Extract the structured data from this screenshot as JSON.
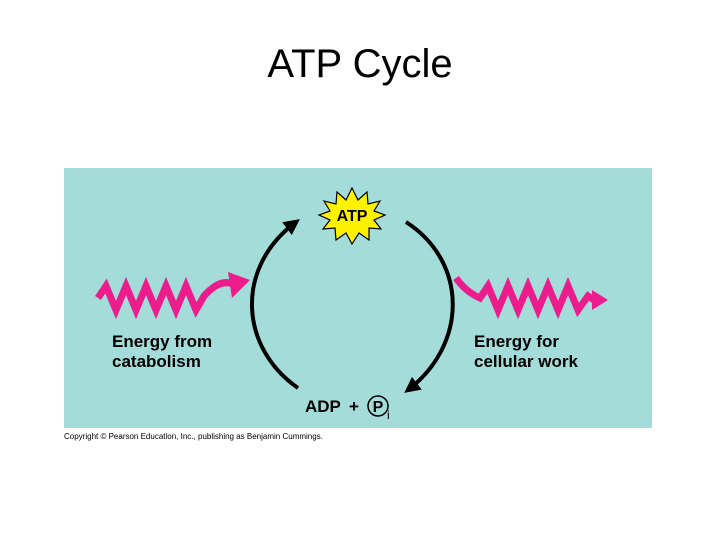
{
  "title": "ATP Cycle",
  "diagram": {
    "background_color": "#a3dcd9",
    "arrow_color": "#ec1c8c",
    "atp_burst_color": "#fff200",
    "atp_label": "ATP",
    "adp_label": "ADP",
    "plus_sign": "+",
    "phosphate_symbol": "P",
    "phosphate_subscript": "i",
    "energy_in_label": "Energy from\ncatabolism",
    "energy_out_label": "Energy for\ncellular work"
  },
  "copyright": "Copyright © Pearson Education, Inc., publishing as Benjamin Cummings."
}
